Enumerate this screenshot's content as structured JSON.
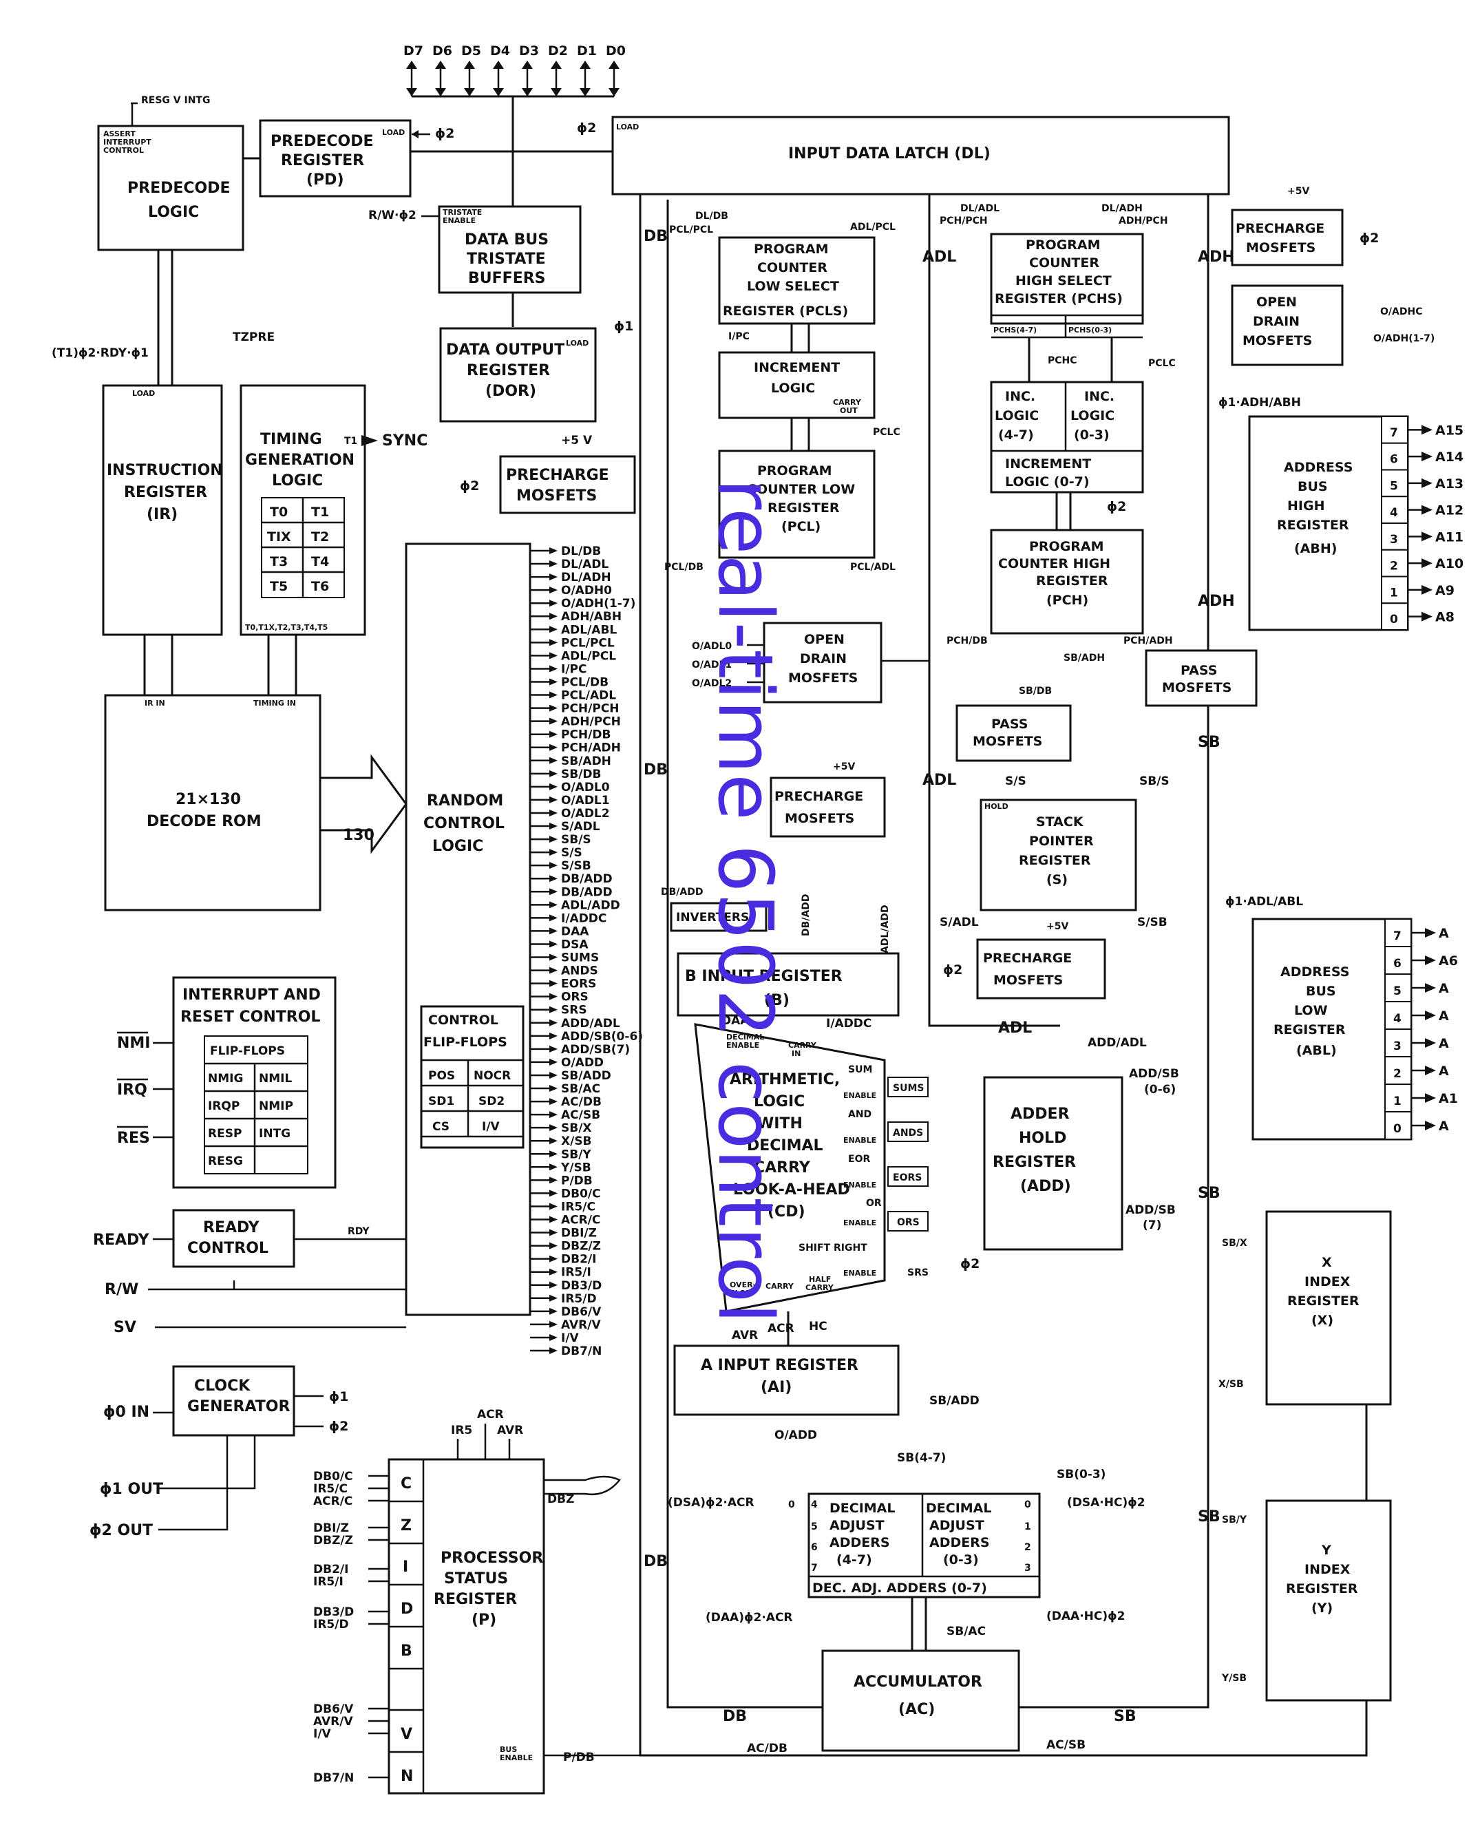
{
  "data_bus_pins": [
    "D7",
    "D6",
    "D5",
    "D4",
    "D3",
    "D2",
    "D1",
    "D0"
  ],
  "top_left": {
    "resg_intg": "RESG V INTG",
    "assert_interrupt": [
      "ASSERT",
      "INTERRUPT",
      "CONTROL"
    ],
    "predecode_logic": [
      "PREDECODE",
      "LOGIC"
    ],
    "predecode_register": [
      "PREDECODE",
      "REGISTER",
      "(PD)"
    ],
    "load": "LOAD",
    "phi2": "ϕ2",
    "phi1": "ϕ1",
    "rw_phi2": "R/W·ϕ2",
    "tristate_enable": [
      "TRISTATE",
      "ENABLE"
    ],
    "data_bus_tristate": [
      "DATA BUS",
      "TRISTATE",
      "BUFFERS"
    ],
    "data_output_register": [
      "DATA OUTPUT",
      "REGISTER",
      "(DOR)"
    ],
    "precharge_mosfets": [
      "PRECHARGE",
      "MOSFETS"
    ],
    "plus5v": "+5 V",
    "t1_rdy": "(T1)ϕ2·RDY·ϕ1",
    "tzpre": "TZPRE"
  },
  "input_data_latch": "INPUT DATA LATCH (DL)",
  "instruction_register": [
    "INSTRUCTION",
    "REGISTER",
    "(IR)"
  ],
  "timing": {
    "title": [
      "TIMING",
      "GENERATION",
      "LOGIC"
    ],
    "sync": "SYNC",
    "t1": "T1",
    "cells": [
      "T0",
      "T1",
      "TIX",
      "T2",
      "T3",
      "T4",
      "T5",
      "T6"
    ],
    "footer": "T0,T1X,T2,T3,T4,T5",
    "timing_in": "TIMING IN",
    "ir_in": "IR IN"
  },
  "decode_rom": [
    "21×130",
    "DECODE ROM"
  ],
  "rom_width": "130",
  "random_control_logic": [
    "RANDOM",
    "CONTROL",
    "LOGIC"
  ],
  "control_flip_flops": {
    "title": [
      "CONTROL",
      "FLIP-FLOPS"
    ],
    "cells": [
      "POS",
      "NOCR",
      "SD1",
      "SD2",
      "CS",
      "I/V"
    ]
  },
  "interrupt_reset": {
    "title": [
      "INTERRUPT AND",
      "RESET CONTROL"
    ],
    "flip_flops": "FLIP-FLOPS",
    "cells": [
      "NMIG",
      "NMIL",
      "IRQP",
      "NMIP",
      "RESP",
      "INTG",
      "RESG",
      ""
    ],
    "inputs": [
      "NMI",
      "IRQ",
      "RES"
    ]
  },
  "ready": {
    "label": [
      "READY",
      "CONTROL"
    ],
    "input": "READY",
    "rdy": "RDY"
  },
  "rw": "R/W",
  "sv": "SV",
  "clock": {
    "title": [
      "CLOCK",
      "GENERATOR"
    ],
    "phi0_in": "ϕ0 IN",
    "phi1_out": "ϕ1 OUT",
    "phi2_out": "ϕ2 OUT",
    "phi1": "ϕ1",
    "phi2": "ϕ2"
  },
  "control_signals": [
    "DL/DB",
    "DL/ADL",
    "DL/ADH",
    "O/ADH0",
    "O/ADH(1-7)",
    "ADH/ABH",
    "ADL/ABL",
    "PCL/PCL",
    "ADL/PCL",
    "I/PC",
    "PCL/DB",
    "PCL/ADL",
    "PCH/PCH",
    "ADH/PCH",
    "PCH/DB",
    "PCH/ADH",
    "SB/ADH",
    "SB/DB",
    "O/ADL0",
    "O/ADL1",
    "O/ADL2",
    "S/ADL",
    "SB/S",
    "S/S",
    "S/SB",
    "DB/ADD",
    "DB/ADD",
    "ADL/ADD",
    "I/ADDC",
    "DAA",
    "DSA",
    "SUMS",
    "ANDS",
    "EORS",
    "ORS",
    "SRS",
    "ADD/ADL",
    "ADD/SB(0-6)",
    "ADD/SB(7)",
    "O/ADD",
    "SB/ADD",
    "SB/AC",
    "AC/DB",
    "AC/SB",
    "SB/X",
    "X/SB",
    "SB/Y",
    "Y/SB",
    "P/DB",
    "DB0/C",
    "IR5/C",
    "ACR/C",
    "DBI/Z",
    "DBZ/Z",
    "DB2/I",
    "IR5/I",
    "DB3/D",
    "IR5/D",
    "DB6/V",
    "AVR/V",
    "I/V",
    "DB7/N"
  ],
  "processor_status": {
    "title": [
      "PROCESSOR",
      "STATUS",
      "REGISTER",
      "(P)"
    ],
    "bits": [
      "C",
      "Z",
      "I",
      "D",
      "B",
      "",
      "V",
      "N"
    ],
    "inputs": [
      "DB0/C",
      "IR5/C",
      "ACR/C",
      "DBI/Z",
      "DBZ/Z",
      "DB2/I",
      "IR5/I",
      "DB3/D",
      "IR5/D",
      "DB6/V",
      "AVR/V",
      "I/V",
      "DB7/N"
    ],
    "top_inputs": [
      "ACR",
      "IR5",
      "AVR"
    ],
    "dbz": "DBZ",
    "p_db": "P/DB",
    "bus_enable": [
      "BUS",
      "ENABLE"
    ]
  },
  "bus_labels": {
    "db": "DB",
    "adl": "ADL",
    "adh": "ADH",
    "sb": "SB"
  },
  "pcls": {
    "title": [
      "PROGRAM",
      "COUNTER",
      "LOW SELECT",
      "REGISTER (PCLS)"
    ],
    "dl_db": "DL/DB",
    "pcl_pcl": "PCL/PCL",
    "adl_pcl": "ADL/PCL",
    "i_pc": "I/PC"
  },
  "inc_logic_low": {
    "title": [
      "INCREMENT",
      "LOGIC"
    ],
    "increment": "INCREMENT",
    "carry_out": [
      "CARRY",
      "OUT"
    ],
    "pclc": "PCLC"
  },
  "pcl": {
    "title": [
      "PROGRAM",
      "COUNTER LOW",
      "REGISTER",
      "(PCL)"
    ],
    "pcl_db": "PCL/DB",
    "pcl_adl": "PCL/ADL",
    "pcl": "PCL"
  },
  "open_drain_low": {
    "title": [
      "OPEN",
      "DRAIN",
      "MOSFETS"
    ],
    "inputs": [
      "O/ADL0",
      "O/ADL1",
      "O/ADL2"
    ]
  },
  "precharge_mid": {
    "title": [
      "PRECHARGE",
      "MOSFETS"
    ],
    "plus5v": "+5V"
  },
  "b_input": {
    "title": "B INPUT REGISTER",
    "sub": "(B)",
    "inverters": "INVERTERS",
    "db_add": "DB/ADD",
    "db_add2": "DB/ADD",
    "adl_add": "ADL/ADD"
  },
  "alu": {
    "lines": [
      "ARITHMETIC,",
      "LOGIC",
      "WITH",
      "DECIMAL",
      "CARRY",
      "LOOK-A-HEAD",
      "(CD)"
    ],
    "sum": "SUM",
    "and": "AND",
    "eor": "EOR",
    "or": "OR",
    "shift": "SHIFT RIGHT",
    "enable": "ENABLE",
    "decimal_enable": [
      "DECIMAL",
      "ENABLE"
    ],
    "carry_in": [
      "CARRY",
      "IN"
    ],
    "overflow": [
      "OVER-",
      "FLOW"
    ],
    "carry": "CARRY",
    "half_carry": [
      "HALF",
      "CARRY"
    ],
    "outputs": [
      "AVR",
      "ACR",
      "HC"
    ],
    "controls": [
      "SUMS",
      "ANDS",
      "EORS",
      "ORS",
      "SRS"
    ],
    "daa": "DAA",
    "i_addc": "I/ADDC"
  },
  "a_input": {
    "title": "A INPUT REGISTER",
    "sub": "(AI)",
    "sb_add": "SB/ADD",
    "o_add": "O/ADD"
  },
  "decimal_adjust": {
    "hi": [
      "DECIMAL",
      "ADJUST",
      "ADDERS",
      "(4-7)"
    ],
    "lo": [
      "DECIMAL",
      "ADJUST",
      "ADDERS",
      "(0-3)"
    ],
    "footer": "DEC. ADJ. ADDERS (0-7)",
    "sb47": "SB(4-7)",
    "sb03": "SB(0-3)",
    "dsa_acr": "(DSA)ϕ2·ACR",
    "dsa_hc": "(DSA·HC)ϕ2",
    "daa_acr": "(DAA)ϕ2·ACR",
    "daa_hc": "(DAA·HC)ϕ2",
    "left_nums": [
      "0",
      "4",
      "5",
      "6",
      "7"
    ],
    "right_nums": [
      "0",
      "1",
      "2",
      "3"
    ]
  },
  "accumulator": {
    "title": [
      "ACCUMULATOR",
      "(AC)"
    ],
    "sb_ac": "SB/AC",
    "ac_db": "AC/DB",
    "ac_sb": "AC/SB"
  },
  "pchs": {
    "title": [
      "PROGRAM",
      "COUNTER",
      "HIGH SELECT",
      "REGISTER (PCHS)"
    ],
    "pchs47": "PCHS(4-7)",
    "pchs03": "PCHS(0-3)",
    "dl_adl": "DL/ADL",
    "pch_pch": "PCH/PCH",
    "dl_adh": "DL/ADH",
    "adh_pch": "ADH/PCH"
  },
  "inc_high": {
    "a": [
      "INC.",
      "LOGIC",
      "(4-7)"
    ],
    "b": [
      "INC.",
      "LOGIC",
      "(0-3)"
    ],
    "pchc": "PCHC",
    "pclc": "PCLC",
    "total": [
      "INCREMENT",
      "LOGIC (0-7)"
    ]
  },
  "pch": {
    "title": [
      "PROGRAM",
      "COUNTER HIGH",
      "REGISTER",
      "(PCH)"
    ],
    "pch_db": "PCH/DB",
    "pch_adh": "PCH/ADH"
  },
  "pass_mosfets_1": {
    "title": [
      "PASS",
      "MOSFETS"
    ],
    "sb_adh": "SB/ADH"
  },
  "pass_mosfets_2": {
    "title": [
      "PASS",
      "MOSFETS"
    ],
    "sb_db": "SB/DB"
  },
  "stack": {
    "title": [
      "STACK",
      "POINTER",
      "REGISTER",
      "(S)"
    ],
    "s_s": "S/S",
    "sb_s": "SB/S",
    "s_adl": "S/ADL",
    "s_sb": "S/SB",
    "hold": "HOLD"
  },
  "precharge_right": {
    "title": [
      "PRECHARGE",
      "MOSFETS"
    ],
    "plus5v": "+5V"
  },
  "adder_hold": {
    "title": [
      "ADDER",
      "HOLD",
      "REGISTER",
      "(ADD)"
    ],
    "add_adl": "ADD/ADL",
    "add_sb06": "ADD/SB",
    "add_sb06b": "(0-6)",
    "add_sb7": "ADD/SB",
    "add_sb7b": "(7)"
  },
  "precharge_top_right": {
    "title": [
      "PRECHARGE",
      "MOSFETS"
    ],
    "plus5v": "+5V"
  },
  "open_drain_top": {
    "title": [
      "OPEN",
      "DRAIN",
      "MOSFETS"
    ],
    "o_adhc": "O/ADHC",
    "o_adh17": "O/ADH(1-7)"
  },
  "abh": {
    "title": [
      "ADDRESS",
      "BUS",
      "HIGH",
      "REGISTER",
      "(ABH)"
    ],
    "bits": [
      "7",
      "6",
      "5",
      "4",
      "3",
      "2",
      "1",
      "0"
    ],
    "pins": [
      "A15",
      "A14",
      "A13",
      "A12",
      "A11",
      "A10",
      "A9",
      "A8"
    ],
    "clock": "ϕ1·ADH/ABH"
  },
  "abl": {
    "title": [
      "ADDRESS",
      "BUS",
      "LOW",
      "REGISTER",
      "(ABL)"
    ],
    "bits": [
      "7",
      "6",
      "5",
      "4",
      "3",
      "2",
      "1",
      "0"
    ],
    "pins": [
      "A",
      "A6",
      "A",
      "A",
      "A",
      "A",
      "A1",
      "A"
    ],
    "clock": "ϕ1·ADL/ABL"
  },
  "x_index": {
    "title": [
      "X",
      "INDEX",
      "REGISTER",
      "(X)"
    ],
    "sb_x": "SB/X",
    "x_sb": "X/SB"
  },
  "y_index": {
    "title": [
      "Y",
      "INDEX",
      "REGISTER",
      "(Y)"
    ],
    "sb_y": "SB/Y",
    "y_sb": "Y/SB"
  },
  "watermark": "real-time 6502 control"
}
